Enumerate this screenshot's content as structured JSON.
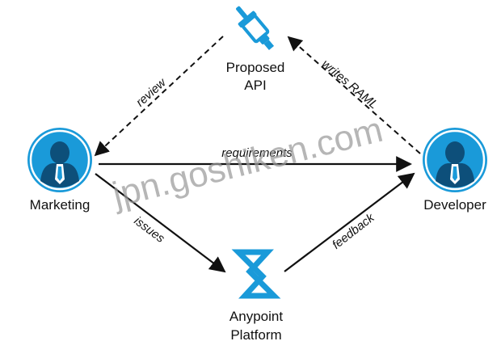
{
  "nodes": {
    "marketing": {
      "label": "Marketing"
    },
    "developer": {
      "label": "Developer"
    },
    "proposed_api": {
      "label_line1": "Proposed",
      "label_line2": "API"
    },
    "anypoint": {
      "label_line1": "Anypoint",
      "label_line2": "Platform"
    }
  },
  "edges": {
    "review": "review",
    "writes_raml": "writes RAML",
    "requirements": "requirements",
    "issues": "issues",
    "feedback": "feedback"
  },
  "watermark": "jpn.goshiken.com",
  "colors": {
    "accent": "#1a9ad9",
    "accent_dark": "#0d73b0",
    "line": "#111111",
    "watermark": "#9a9a9a"
  },
  "icons": {
    "person": "person-icon",
    "api": "api-brush-icon",
    "anypoint": "anypoint-logo-icon"
  }
}
